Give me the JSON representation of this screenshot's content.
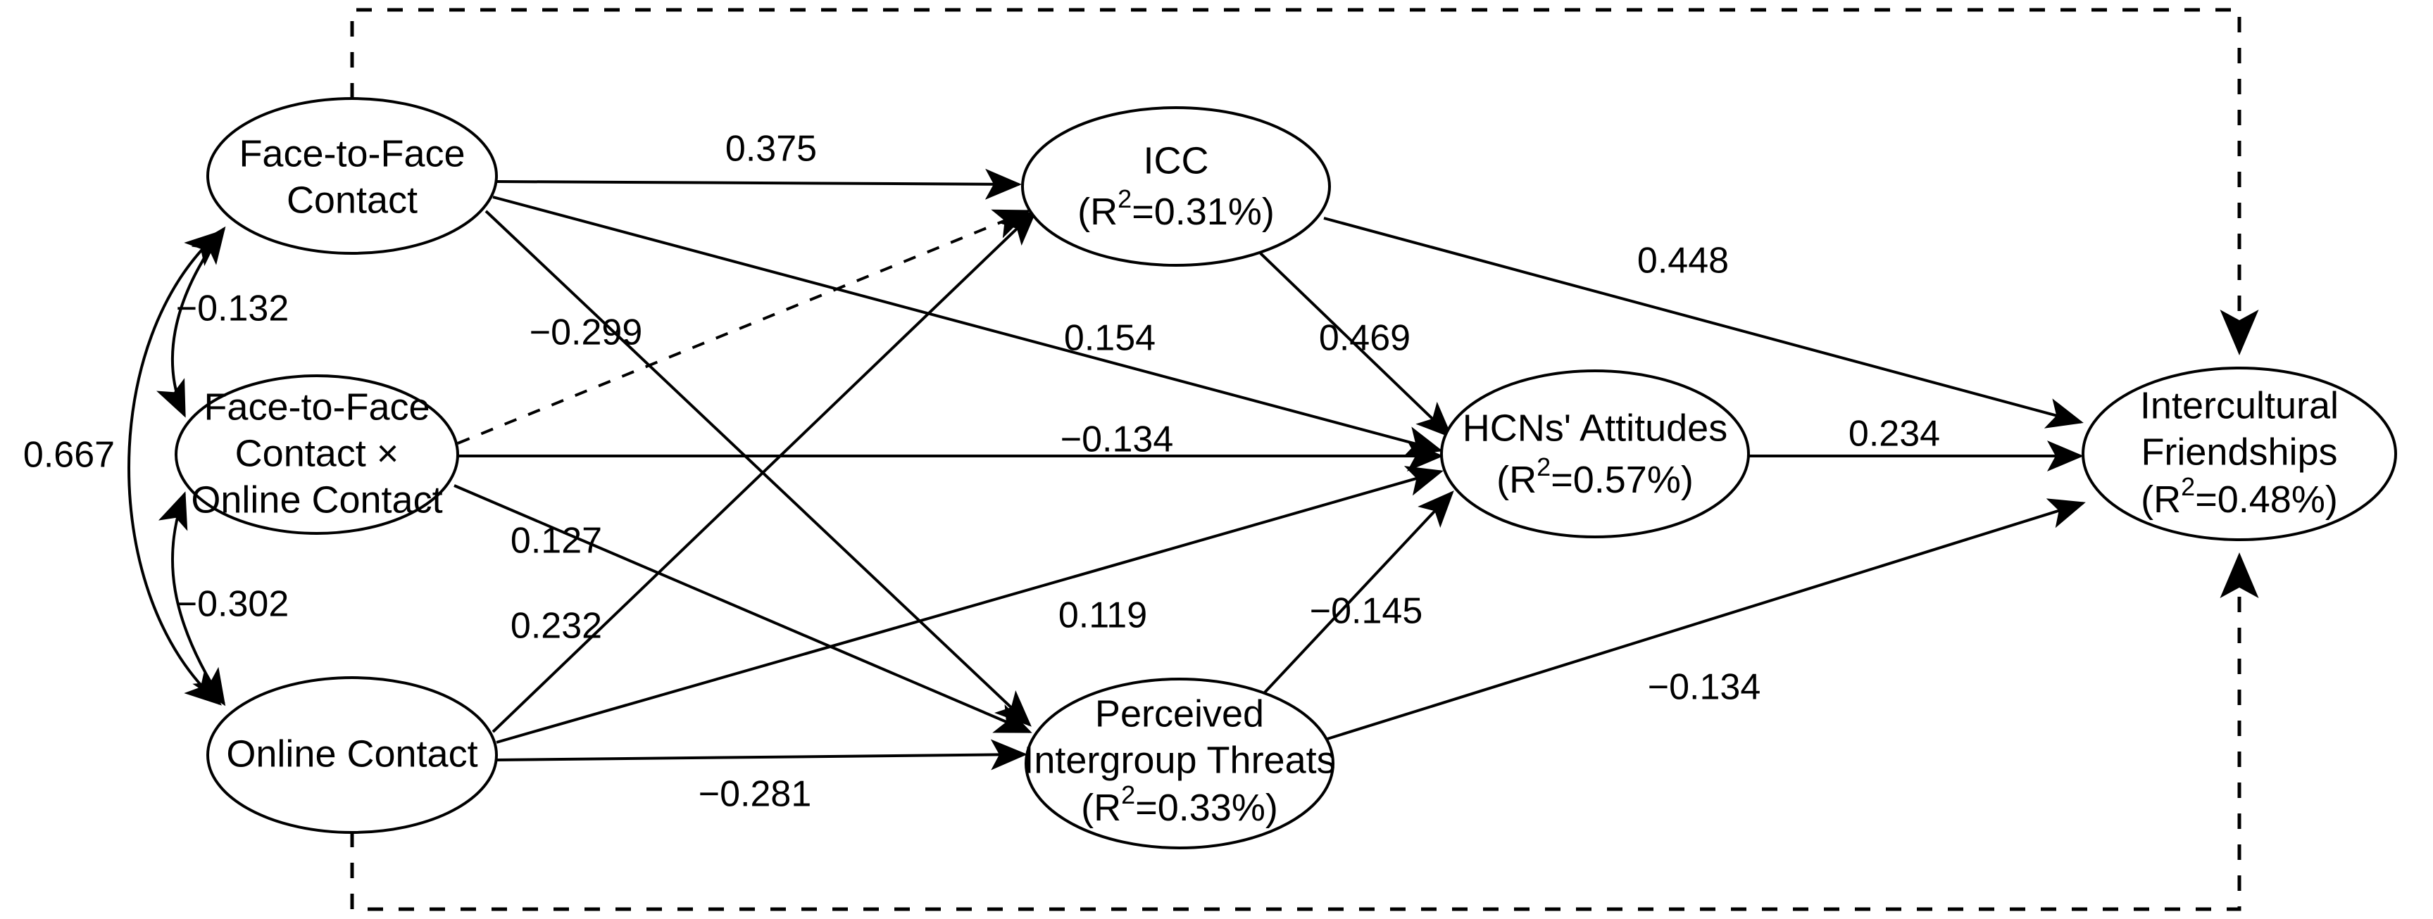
{
  "diagram": {
    "type": "path-diagram",
    "title": "",
    "nodes": [
      {
        "id": "f2f",
        "label_lines": [
          "Face-to-Face",
          "Contact"
        ]
      },
      {
        "id": "interaction",
        "label_lines": [
          "Face-to-Face",
          "Contact ×",
          "Online Contact"
        ]
      },
      {
        "id": "online",
        "label_lines": [
          "Online Contact"
        ]
      },
      {
        "id": "icc",
        "label_lines": [
          "ICC"
        ],
        "r2_prefix": "(R",
        "r2_sup": "2",
        "r2_suffix": "=0.31%)"
      },
      {
        "id": "attitudes",
        "label_lines": [
          "HCNs' Attitudes"
        ],
        "r2_prefix": "(R",
        "r2_sup": "2",
        "r2_suffix": "=0.57%)"
      },
      {
        "id": "threats",
        "label_lines": [
          "Perceived",
          "Intergroup Threats"
        ],
        "r2_prefix": "(R",
        "r2_sup": "2",
        "r2_suffix": "=0.33%)"
      },
      {
        "id": "friendships",
        "label_lines": [
          "Intercultural",
          "Friendships"
        ],
        "r2_prefix": "(R",
        "r2_sup": "2",
        "r2_suffix": "=0.48%)"
      }
    ],
    "edge_labels": {
      "f2f_icc": "0.375",
      "f2f_interaction_cov": "−0.132",
      "f2f_online_cov": "0.667",
      "interaction_online_cov": "−0.302",
      "f2f_threats": "−0.299",
      "icc_attitudes": "0.469",
      "icc_friendships": "0.448",
      "online_icc": "0.154",
      "interaction_attitudes": "−0.134",
      "interaction_icc": "0.127",
      "interaction_threats": "0.232",
      "online_attitudes": "0.119",
      "threats_attitudes": "−0.145",
      "online_threats": "−0.281",
      "attitudes_friendships": "0.234",
      "threats_friendships": "−0.134"
    },
    "colors": {
      "stroke": "#000000",
      "fill": "#ffffff",
      "background": "#ffffff"
    }
  },
  "chart_data": {
    "type": "diagram",
    "title": "Structural equation model path diagram",
    "nodes": [
      {
        "name": "Face-to-Face Contact",
        "r2": null
      },
      {
        "name": "Face-to-Face Contact × Online Contact",
        "r2": null
      },
      {
        "name": "Online Contact",
        "r2": null
      },
      {
        "name": "ICC",
        "r2": "0.31%"
      },
      {
        "name": "HCNs' Attitudes",
        "r2": "0.57%"
      },
      {
        "name": "Perceived Intergroup Threats",
        "r2": "0.33%"
      },
      {
        "name": "Intercultural Friendships",
        "r2": "0.48%"
      }
    ],
    "paths": [
      {
        "from": "Face-to-Face Contact",
        "to": "ICC",
        "coefficient": 0.375
      },
      {
        "from": "Face-to-Face Contact",
        "to": "Perceived Intergroup Threats",
        "coefficient": -0.299
      },
      {
        "from": "Face-to-Face Contact × Online Contact",
        "to": "ICC",
        "coefficient": 0.127,
        "style": "dashed"
      },
      {
        "from": "Face-to-Face Contact × Online Contact",
        "to": "HCNs' Attitudes",
        "coefficient": -0.134
      },
      {
        "from": "Face-to-Face Contact × Online Contact",
        "to": "Perceived Intergroup Threats",
        "coefficient": 0.232
      },
      {
        "from": "Online Contact",
        "to": "ICC",
        "coefficient": 0.154
      },
      {
        "from": "Online Contact",
        "to": "HCNs' Attitudes",
        "coefficient": 0.119
      },
      {
        "from": "Online Contact",
        "to": "Perceived Intergroup Threats",
        "coefficient": -0.281
      },
      {
        "from": "ICC",
        "to": "HCNs' Attitudes",
        "coefficient": 0.469
      },
      {
        "from": "ICC",
        "to": "Intercultural Friendships",
        "coefficient": 0.448
      },
      {
        "from": "Perceived Intergroup Threats",
        "to": "HCNs' Attitudes",
        "coefficient": -0.145
      },
      {
        "from": "Perceived Intergroup Threats",
        "to": "Intercultural Friendships",
        "coefficient": -0.134
      },
      {
        "from": "HCNs' Attitudes",
        "to": "Intercultural Friendships",
        "coefficient": 0.234
      }
    ],
    "covariances": [
      {
        "between": [
          "Face-to-Face Contact",
          "Face-to-Face Contact × Online Contact"
        ],
        "coefficient": -0.132
      },
      {
        "between": [
          "Face-to-Face Contact",
          "Online Contact"
        ],
        "coefficient": 0.667
      },
      {
        "between": [
          "Face-to-Face Contact × Online Contact",
          "Online Contact"
        ],
        "coefficient": -0.302
      }
    ]
  }
}
